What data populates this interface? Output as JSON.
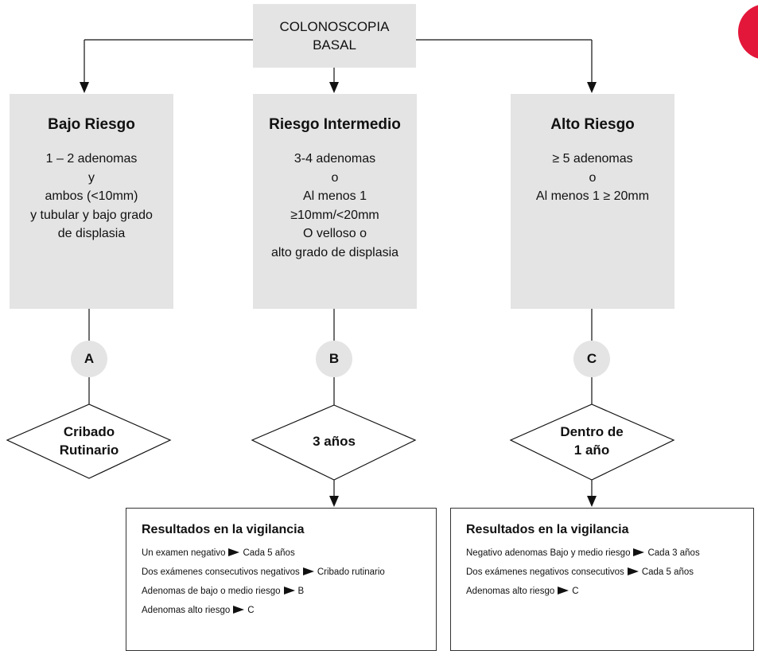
{
  "root": {
    "line1": "COLONOSCOPIA",
    "line2": "BASAL"
  },
  "branches": [
    {
      "title": "Bajo Riesgo",
      "lines": [
        "1 – 2 adenomas",
        "y",
        "ambos (<10mm)",
        "y tubular y bajo grado",
        "de displasia"
      ],
      "marker": "A",
      "decision": [
        "Cribado",
        "Rutinario"
      ]
    },
    {
      "title": "Riesgo Intermedio",
      "lines": [
        "3-4 adenomas",
        "o",
        "Al menos 1",
        "≥10mm/<20mm",
        "O velloso o",
        "alto grado de displasia"
      ],
      "marker": "B",
      "decision": [
        "3 años"
      ]
    },
    {
      "title": "Alto Riesgo",
      "lines": [
        "≥ 5 adenomas",
        "o",
        "Al menos 1 ≥ 20mm"
      ],
      "marker": "C",
      "decision": [
        "Dentro de",
        "1 año"
      ]
    }
  ],
  "results": [
    {
      "title": "Resultados en la vigilancia",
      "items": [
        {
          "condition": "Un examen negativo",
          "outcome": "Cada 5 años"
        },
        {
          "condition": "Dos exámenes consecutivos negativos",
          "outcome": "Cribado rutinario"
        },
        {
          "condition": "Adenomas de bajo o medio riesgo",
          "outcome": "B"
        },
        {
          "condition": "Adenomas alto riesgo",
          "outcome": "C"
        }
      ]
    },
    {
      "title": "Resultados en la vigilancia",
      "items": [
        {
          "condition": "Negativo adenomas Bajo y medio riesgo",
          "outcome": "Cada 3 años"
        },
        {
          "condition": "Dos exámenes negativos consecutivos",
          "outcome": "Cada 5 años"
        },
        {
          "condition": "Adenomas alto riesgo",
          "outcome": "C"
        }
      ]
    }
  ],
  "colors": {
    "box": "#e4e4e4",
    "accent": "#e3173a",
    "line": "#111111"
  },
  "icons": {
    "arrow": "filled-triangle-right"
  }
}
